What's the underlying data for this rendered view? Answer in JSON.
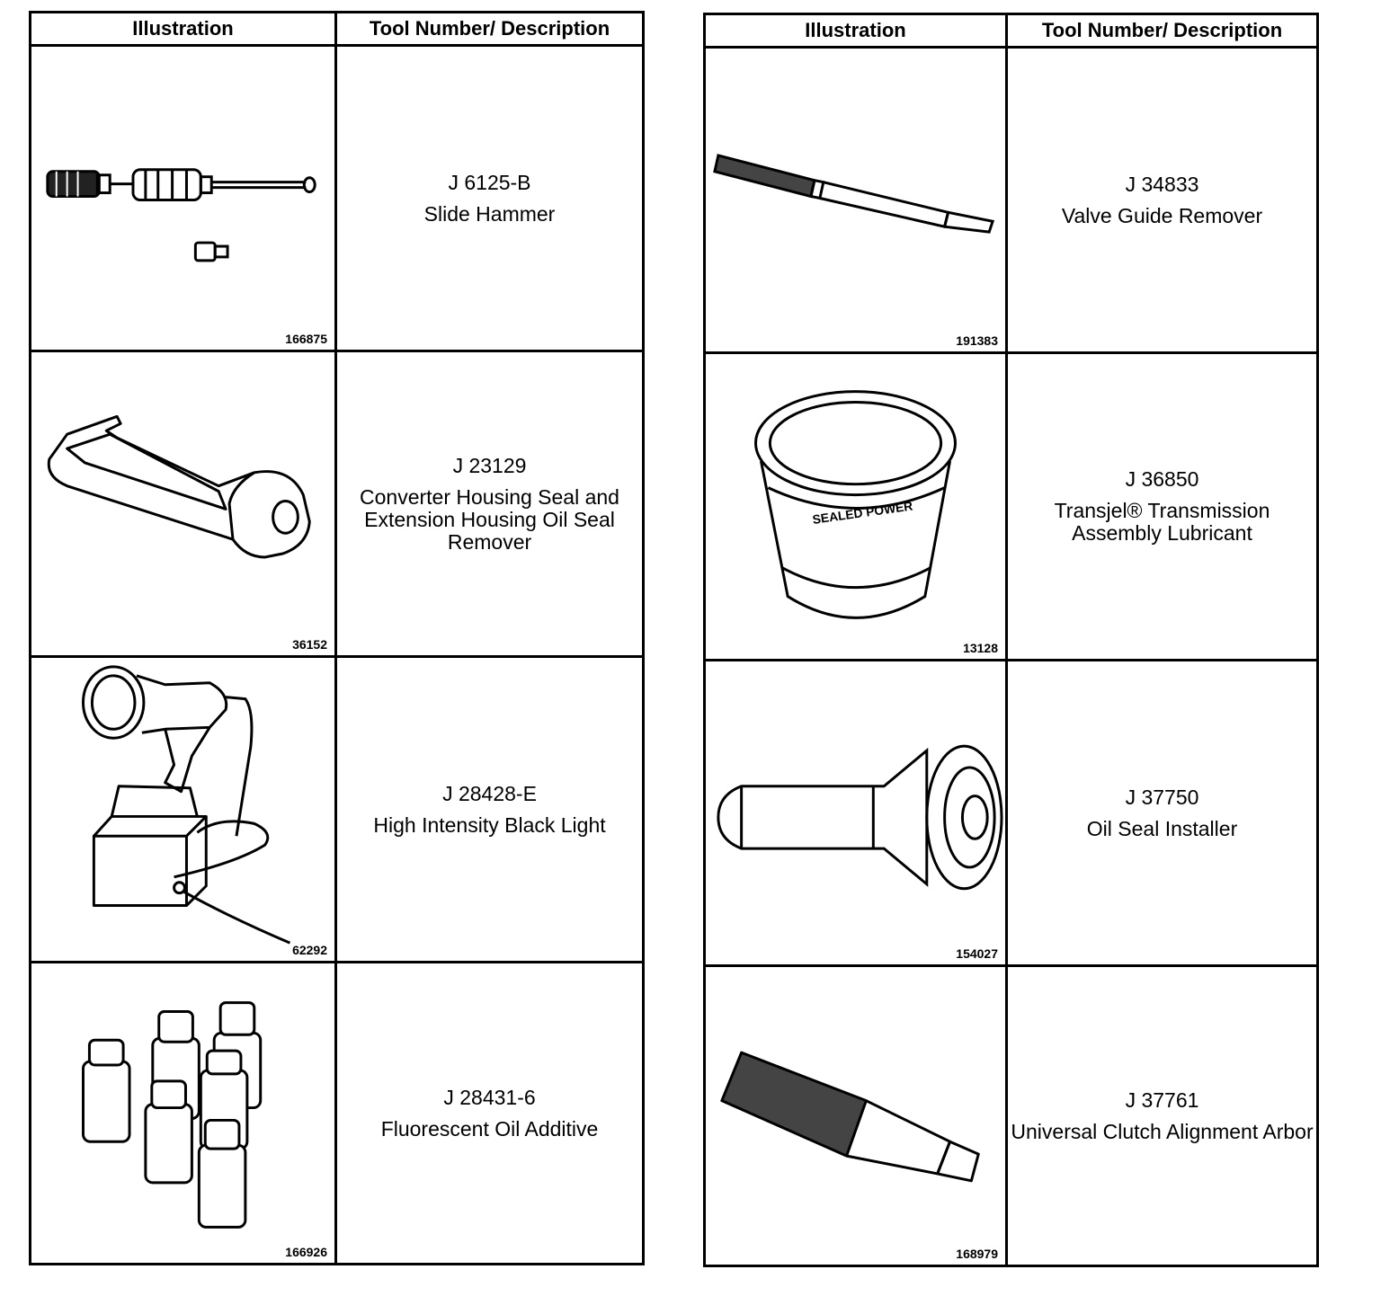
{
  "headers": {
    "illustration": "Illustration",
    "tool": "Tool Number/ Description"
  },
  "left_tools": [
    {
      "number": "J 6125-B",
      "name": "Slide Hammer",
      "figure": "166875"
    },
    {
      "number": "J 23129",
      "name": "Converter Housing Seal and Extension Housing Oil Seal Remover",
      "figure": "36152"
    },
    {
      "number": "J 28428-E",
      "name": "High Intensity Black Light",
      "figure": "62292"
    },
    {
      "number": "J 28431-6",
      "name": "Fluorescent Oil Additive",
      "figure": "166926"
    }
  ],
  "right_tools": [
    {
      "number": "J 34833",
      "name": "Valve Guide Remover",
      "figure": "191383"
    },
    {
      "number": "J 36850",
      "name": "Transjel® Transmission Assembly Lubricant",
      "figure": "13128"
    },
    {
      "number": "J 37750",
      "name": "Oil Seal Installer",
      "figure": "154027"
    },
    {
      "number": "J 37761",
      "name": "Universal Clutch Alignment Arbor",
      "figure": "168979"
    }
  ]
}
